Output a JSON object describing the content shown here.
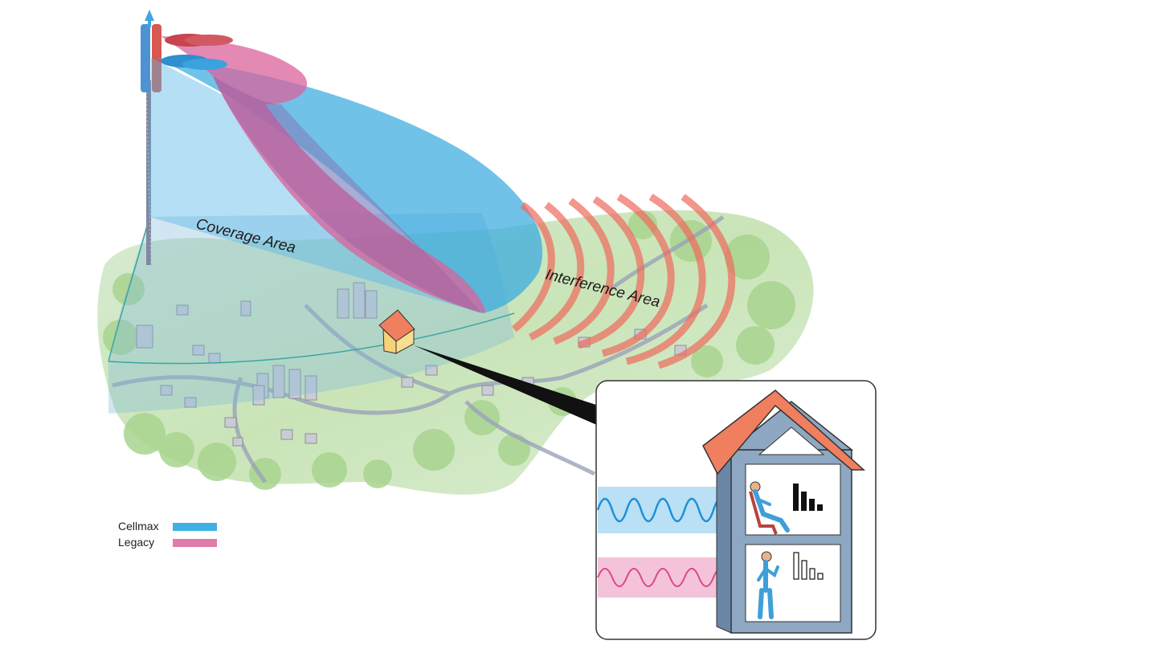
{
  "labels": {
    "coverage_area": "Coverage Area",
    "interference_area": "Interference Area"
  },
  "legend": {
    "items": [
      {
        "label": "Cellmax",
        "color": "#3fb0e3"
      },
      {
        "label": "Legacy",
        "color": "#e07aa9"
      }
    ]
  },
  "colors": {
    "cellmax_beam": "#33a8e0",
    "legacy_beam": "#d9619b",
    "interference": "#ef6b5e",
    "terrain": "#bcdca8",
    "roof": "#ef7f5e",
    "house_wall": "#7f98b4"
  },
  "inset": {
    "upper_floor_signal_bars": [
      4,
      3,
      2,
      1
    ],
    "lower_floor_signal_bars": [
      4,
      3,
      2,
      1
    ],
    "upper_floor_signal": "strong",
    "lower_floor_signal": "weak"
  }
}
